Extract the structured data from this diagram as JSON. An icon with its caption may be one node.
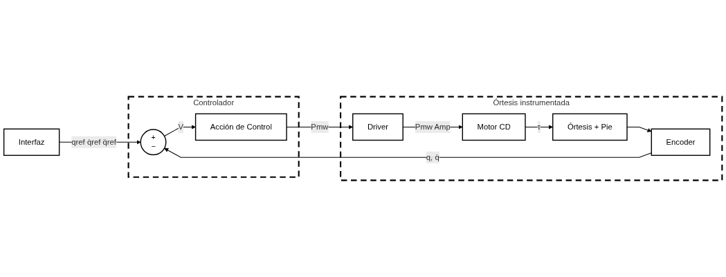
{
  "diagram": {
    "nodes": [
      {
        "text": [
          "Interfaz"
        ]
      },
      {
        "text": [
          "Controlador"
        ]
      },
      {
        "text": [
          "+",
          "−"
        ],
        "in": 1
      },
      {
        "text": [
          "Acción de Control"
        ],
        "in": 1
      },
      {
        "text": [
          "Órtesis instrumentada"
        ]
      },
      {
        "text": [
          "Driver"
        ],
        "in": 4
      },
      {
        "text": [
          "Motor CD"
        ],
        "in": 4
      },
      {
        "text": [
          "Órtesis + Pie"
        ],
        "in": 4
      },
      {
        "text": [
          "Encoder"
        ],
        "in": 4
      }
    ],
    "edges": [
      {
        "from": 0,
        "to": 2,
        "label": "qref q̇ref q̈ref",
        "arrow": "to"
      },
      {
        "from": 2,
        "to": 3,
        "label": "V",
        "arrow": "to"
      },
      {
        "from": 3,
        "to": 5,
        "label": "Pmw",
        "arrow": "to"
      },
      {
        "from": 5,
        "to": 6,
        "label": "Pmw Amp",
        "arrow": "to"
      },
      {
        "from": 6,
        "to": 7,
        "label": "τ",
        "arrow": "to"
      },
      {
        "from": 7,
        "to": 8,
        "arrow": "to"
      },
      {
        "from": 8,
        "to": 2,
        "label": "q, q̇",
        "arrow": "to"
      }
    ]
  }
}
